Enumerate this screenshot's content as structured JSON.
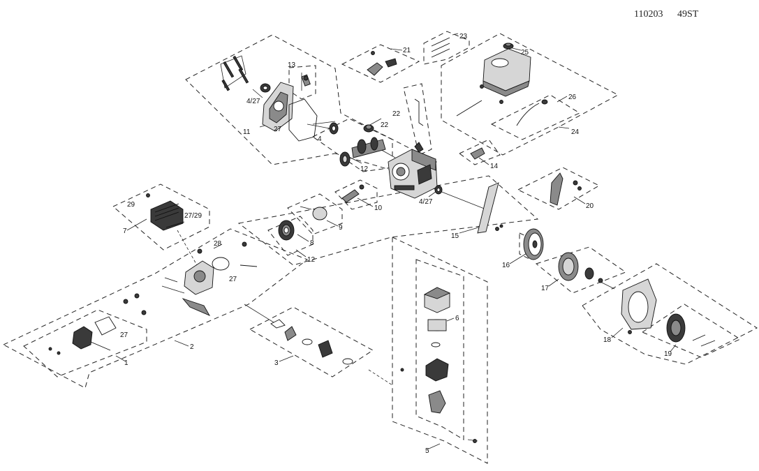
{
  "header": {
    "code": "110203",
    "model": "49ST"
  },
  "callouts": {
    "c1": "1",
    "c2": "2",
    "c3": "3",
    "c4": "4",
    "c4_27a": "4/27",
    "c4_27b": "4/27",
    "c5": "5",
    "c6": "6",
    "c7": "7",
    "c8": "8",
    "c9": "9",
    "c10": "10",
    "c11": "11",
    "c12a": "12",
    "c12b": "12",
    "c13": "13",
    "c14": "14",
    "c15": "15",
    "c16": "16",
    "c17": "17",
    "c18": "18",
    "c19": "19",
    "c20": "20",
    "c21": "21",
    "c22a": "22",
    "c22b": "22",
    "c23": "23",
    "c24": "24",
    "c25": "25",
    "c26": "26",
    "c27a": "27",
    "c27b": "27",
    "c27c": "27",
    "c27_29": "27/29",
    "c28": "28",
    "c29": "29"
  },
  "colors": {
    "ink": "#222222",
    "part_dark": "#3a3a3a",
    "part_mid": "#8a8a8a",
    "part_light": "#d6d6d6"
  }
}
